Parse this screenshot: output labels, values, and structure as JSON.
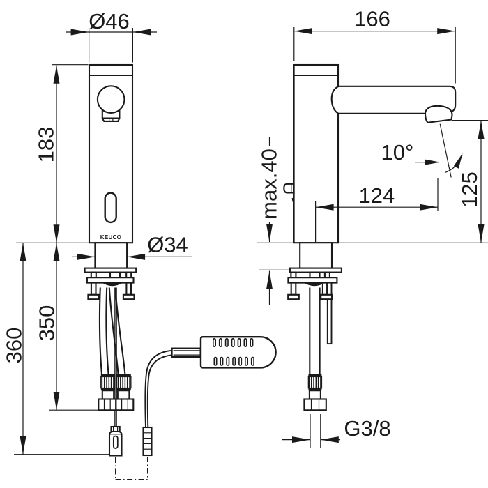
{
  "drawing": {
    "brand_label": "KEUCO",
    "front_view": {
      "top_diameter": "Ø46",
      "body_height": "183",
      "shank_diameter": "Ø34",
      "hose_length": "350",
      "cable_length": "360"
    },
    "side_view": {
      "projection": "166",
      "spout_angle": "10°",
      "outlet_height": "125",
      "outlet_reach": "124",
      "max_mounting_thickness": "max.40",
      "connection_thread": "G3/8"
    },
    "colors": {
      "line": "#1a1a1a",
      "background": "#ffffff"
    }
  }
}
